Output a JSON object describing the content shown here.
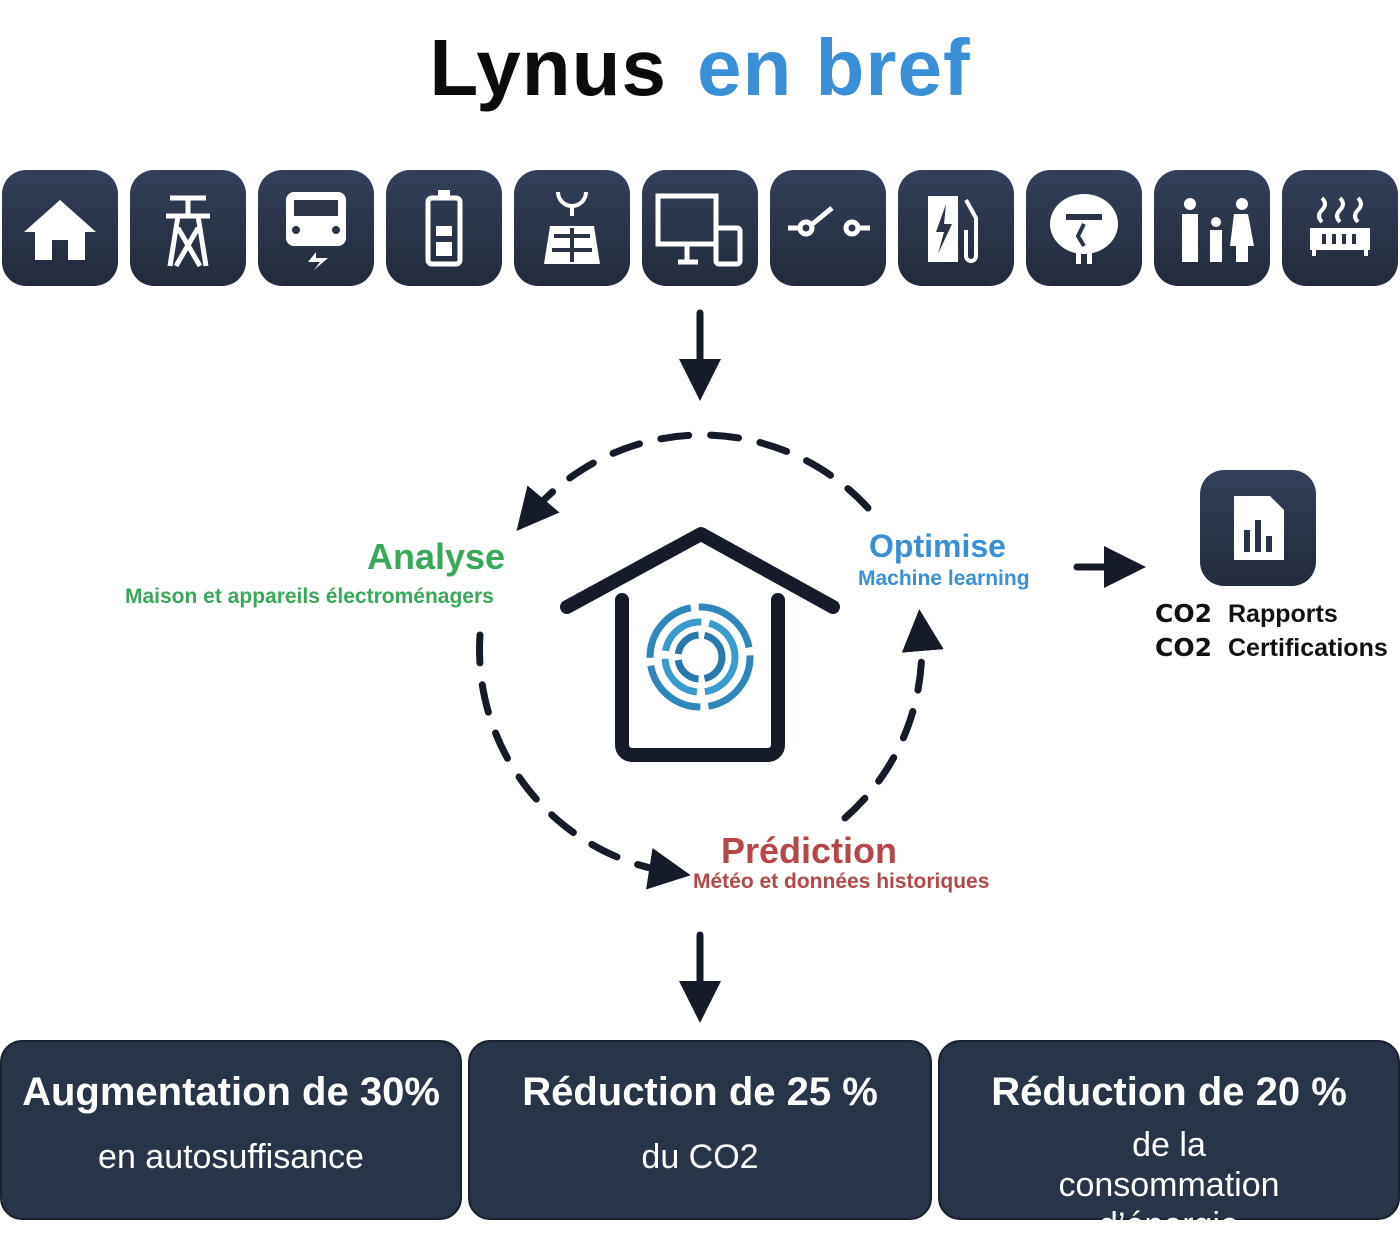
{
  "title": {
    "part1": "Lynus",
    "part2": "en bref"
  },
  "device_icons": [
    "home-icon",
    "power-pylon-icon",
    "ev-car-icon",
    "battery-icon",
    "solar-panel-icon",
    "devices-icon",
    "switch-icon",
    "charging-station-icon",
    "heat-pump-icon",
    "family-icon",
    "heater-icon"
  ],
  "cycle": {
    "analyse": {
      "title": "Analyse",
      "subtitle": "Maison et appareils électroménagers"
    },
    "optimise": {
      "title": "Optimise",
      "subtitle": "Machine learning"
    },
    "prediction": {
      "title": "Prédiction",
      "subtitle": "Météo et données historiques"
    }
  },
  "reports": {
    "items": [
      {
        "prefix": "CO2",
        "label": "Rapports"
      },
      {
        "prefix": "CO2",
        "label": "Certifications"
      }
    ]
  },
  "results": [
    {
      "headline": "Augmentation de 30%",
      "detail": "en autosuffisance"
    },
    {
      "headline": "Réduction de 25 %",
      "detail": "du CO2"
    },
    {
      "headline": "Réduction de 20 %",
      "detail": "de la consommation d’énergie"
    }
  ],
  "colors": {
    "tile": "#283447",
    "blue": "#3a8fd6",
    "green": "#3aa85a",
    "red": "#b5474a",
    "ink": "#151b28"
  }
}
